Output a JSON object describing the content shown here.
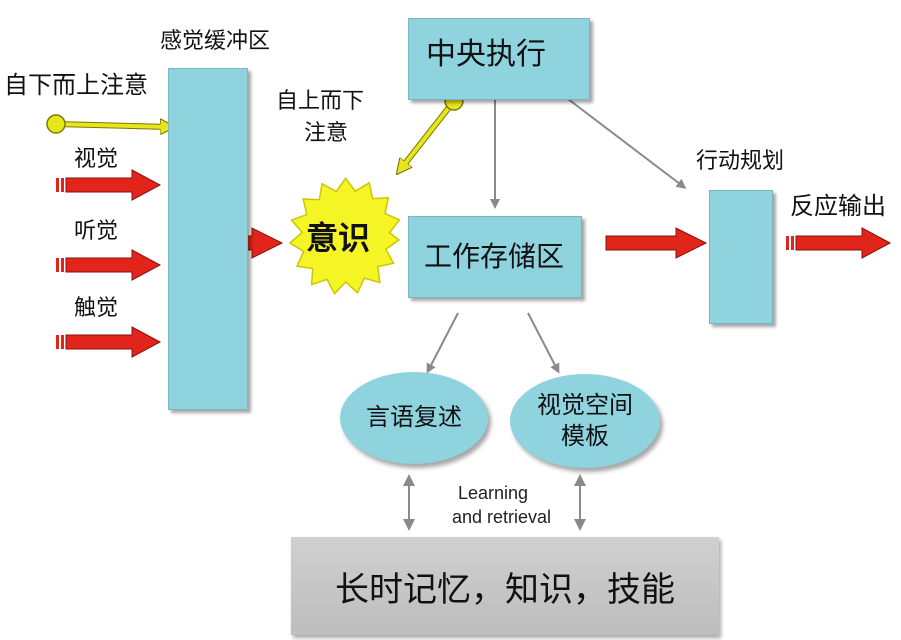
{
  "labels": {
    "sensory_buffer": "感觉缓冲区",
    "bottom_up_attention": "自下而上注意",
    "top_down_attention_line1": "自上而下",
    "top_down_attention_line2": "注意",
    "vision": "视觉",
    "hearing": "听觉",
    "touch": "触觉",
    "consciousness": "意识",
    "central_executive": "中央执行",
    "working_memory": "工作存储区",
    "action_planning": "行动规划",
    "response_output": "反应输出",
    "verbal_rehearsal": "言语复述",
    "visuospatial_line1": "视觉空间",
    "visuospatial_line2": "模板",
    "learning_line1": "Learning",
    "learning_line2": "and retrieval",
    "long_term_memory": "长时记忆，知识，技能"
  },
  "colors": {
    "box_fill": "#8fd3df",
    "red_arrow": "#e1251b",
    "yellow_arrow": "#e7e61a",
    "burst": "#f5f526",
    "gray_arrow": "#8a8a8a",
    "ltm_fill": "#c8c8c8"
  }
}
